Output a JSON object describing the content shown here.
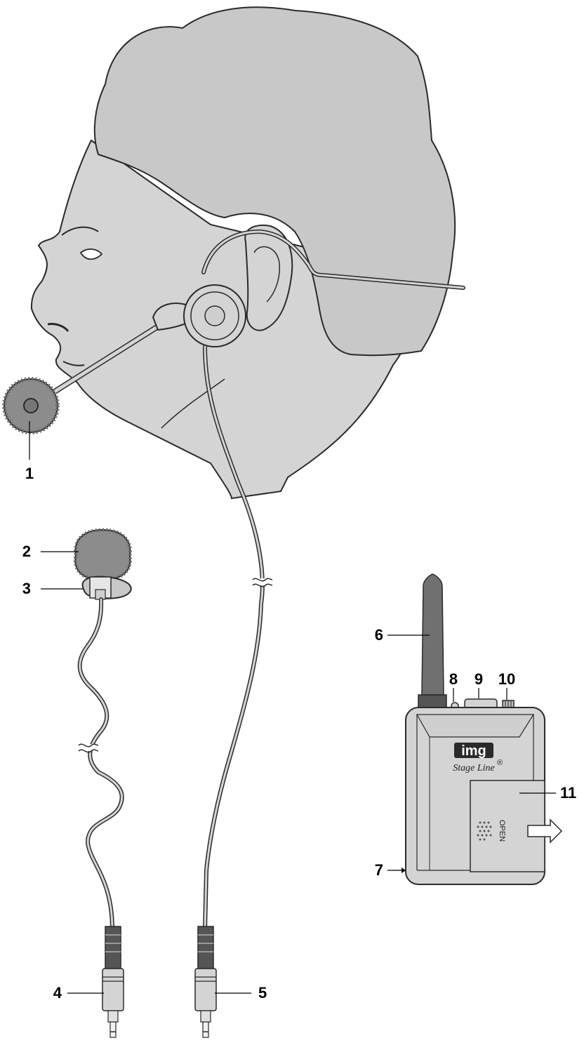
{
  "figure": {
    "callouts": {
      "c1": "1",
      "c2": "2",
      "c3": "3",
      "c4": "4",
      "c5": "5",
      "c6": "6",
      "c7": "7",
      "c8": "8",
      "c9": "9",
      "c10": "10",
      "c11": "11"
    },
    "transmitter": {
      "logo_text": "img",
      "brand_text": "Stage Line",
      "registered_mark": "®",
      "compartment_text": "OPEN"
    }
  },
  "colors": {
    "fill_gray": "#d4d4d4",
    "hair_gray": "#c8c8c8",
    "outline": "#2a2a2a",
    "background": "#ffffff"
  },
  "icons": [
    "head-profile-illustration",
    "headset-microphone",
    "lavalier-microphone",
    "bodypack-transmitter",
    "open-arrow-icon"
  ]
}
